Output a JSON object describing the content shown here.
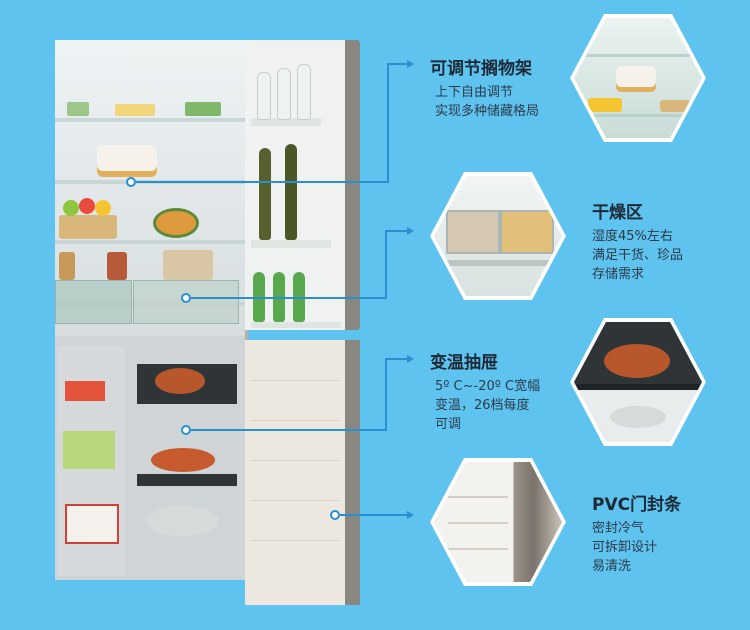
{
  "features": [
    {
      "title": "可调节搁物架",
      "lines": [
        "上下自由调节",
        "实现多种储藏格局"
      ]
    },
    {
      "title": "干燥区",
      "lines": [
        "湿度45%左右",
        "满足干货、珍品",
        "存储需求"
      ]
    },
    {
      "title": "变温抽屉",
      "lines": [
        "5º C~-20º C宽幅",
        "变温，26档每度",
        "可调"
      ]
    },
    {
      "title": "PVC门封条",
      "lines": [
        "密封冷气",
        "可拆卸设计",
        "易清洗"
      ]
    }
  ],
  "colors": {
    "background": "#5fc3f0",
    "accent": "#2a8fcf",
    "title": "#1c2a36"
  },
  "icons": [
    "callout-dot",
    "arrow-right-icon"
  ]
}
